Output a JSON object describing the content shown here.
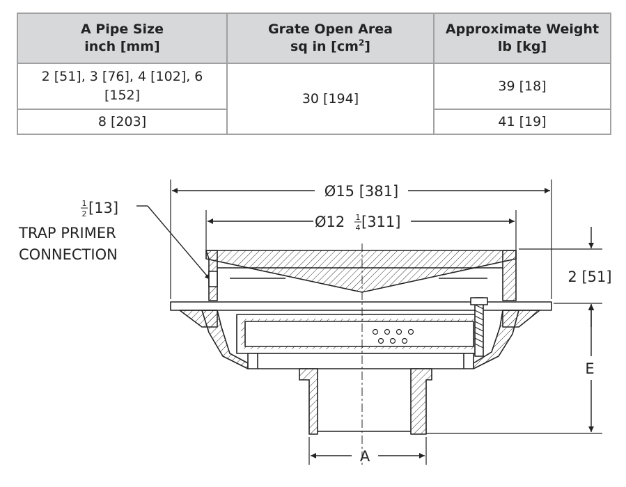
{
  "table": {
    "headers": [
      {
        "line1": "A Pipe Size",
        "line2": "inch [mm]"
      },
      {
        "line1": "Grate Open Area",
        "line2_pre": "sq in [cm",
        "line2_sup": "2",
        "line2_post": "]"
      },
      {
        "line1": "Approximate Weight",
        "line2": "lb [kg]"
      }
    ],
    "rows": [
      {
        "pipe": "2 [51], 3 [76], 4 [102], 6 [152]",
        "area": "30 [194]",
        "weight": "39 [18]"
      },
      {
        "pipe": "8 [203]",
        "weight": "41 [19]"
      }
    ]
  },
  "drawing": {
    "outer_dia": "Ø15 [381]",
    "inner_dia_pre": "Ø12",
    "inner_dia_num": "1",
    "inner_dia_den": "4",
    "inner_dia_post": " [311]",
    "trap_num": "1",
    "trap_den": "2",
    "trap_size": " [13]",
    "trap_line1": "TRAP PRIMER",
    "trap_line2": "CONNECTION",
    "height_dim": "2 [51]",
    "dim_e": "E",
    "dim_a": "A"
  }
}
